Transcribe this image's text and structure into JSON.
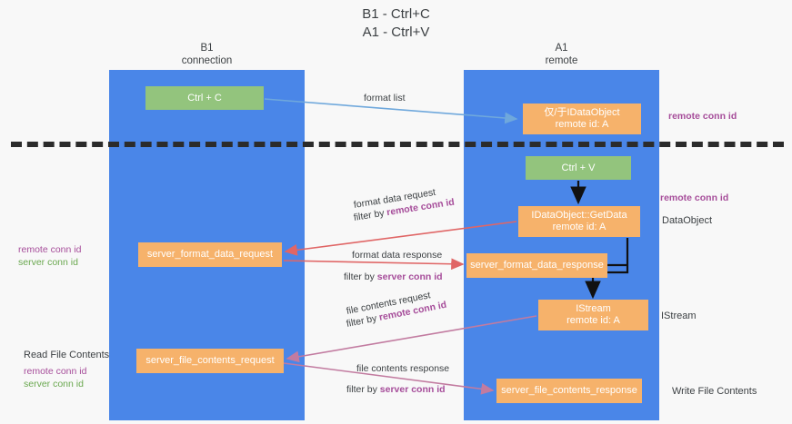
{
  "title": {
    "line1": "B1 - Ctrl+C",
    "line2": "A1 - Ctrl+V"
  },
  "columns": {
    "left": {
      "name": "B1",
      "role": "connection"
    },
    "right": {
      "name": "A1",
      "role": "remote"
    }
  },
  "nodes": {
    "ctrl_c": {
      "label": "Ctrl + C",
      "color": "#93c47d"
    },
    "idataobject": {
      "label": "仅/于IDataObject",
      "sub": "remote id: A",
      "color": "#f6b26b"
    },
    "ctrl_v": {
      "label": "Ctrl + V",
      "color": "#93c47d"
    },
    "getdata": {
      "label": "IDataObject::GetData",
      "sub": "remote id: A",
      "color": "#f6b26b"
    },
    "server_format_data_request": {
      "label": "server_format_data_request",
      "color": "#f6b26b"
    },
    "server_format_data_response": {
      "label": "server_format_data_response",
      "color": "#f6b26b"
    },
    "istream": {
      "label": "IStream",
      "sub": "remote id: A",
      "color": "#f6b26b"
    },
    "server_file_contents_request": {
      "label": "server_file_contents_request",
      "color": "#f6b26b"
    },
    "server_file_contents_response": {
      "label": "server_file_contents_response",
      "color": "#f6b26b"
    }
  },
  "edge_labels": {
    "format_list": "format list",
    "format_data_request": "format data request",
    "format_data_request_filter_prefix": "filter by ",
    "format_data_request_filter_key": "remote conn id",
    "format_data_response": "format data response",
    "format_data_response_filter_prefix": "filter by ",
    "format_data_response_filter_key": "server conn id",
    "file_contents_request": "file contents request",
    "file_contents_request_filter_prefix": "filter by ",
    "file_contents_request_filter_key": "remote conn id",
    "file_contents_response": "file contents response",
    "file_contents_response_filter_prefix": "filter by ",
    "file_contents_response_filter_key": "server conn id"
  },
  "annotations": {
    "right_remote_conn_id_top": "remote conn id",
    "right_remote_conn_id_mid": "remote conn id",
    "dataobject": "DataObject",
    "istream": "IStream",
    "write_file_contents": "Write File Contents",
    "read_file_contents": "Read File Contents",
    "left_remote_conn_id": "remote conn id",
    "left_server_conn_id": "server conn id",
    "left_bottom_remote_conn_id": "remote conn id",
    "left_bottom_server_conn_id": "server conn id"
  },
  "colors": {
    "lane": "#4a86e8",
    "green_node": "#93c47d",
    "orange_node": "#f6b26b",
    "purple_text": "#a64d9a",
    "green_text": "#6aa84f",
    "red_arrow": "#e06666",
    "magenta_arrow": "#c27ba0",
    "blue_arrow": "#6fa8dc",
    "black_arrow": "#000000",
    "background": "#f8f8f8"
  }
}
